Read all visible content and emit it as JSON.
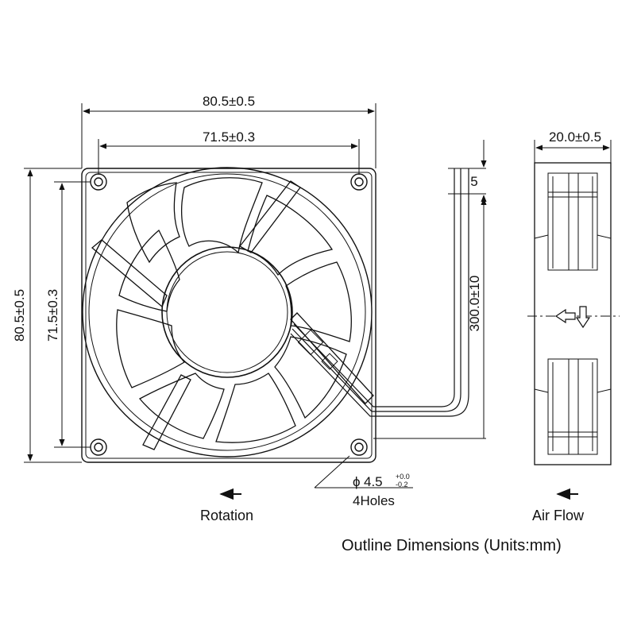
{
  "dimensions": {
    "overall_width": "80.5±0.5",
    "hole_spacing_width": "71.5±0.3",
    "overall_height": "80.5±0.5",
    "hole_spacing_height": "71.5±0.3",
    "lead_strip": "5",
    "lead_length": "300.0±10",
    "depth": "20.0±0.5",
    "hole_diameter_symbol": "ϕ",
    "hole_diameter": "4.5",
    "hole_tol_upper": "+0.0",
    "hole_tol_lower": "-0.2",
    "hole_count": "4Holes"
  },
  "labels": {
    "rotation": "Rotation",
    "air_flow": "Air Flow",
    "caption": "Outline Dimensions (Units:mm)"
  }
}
